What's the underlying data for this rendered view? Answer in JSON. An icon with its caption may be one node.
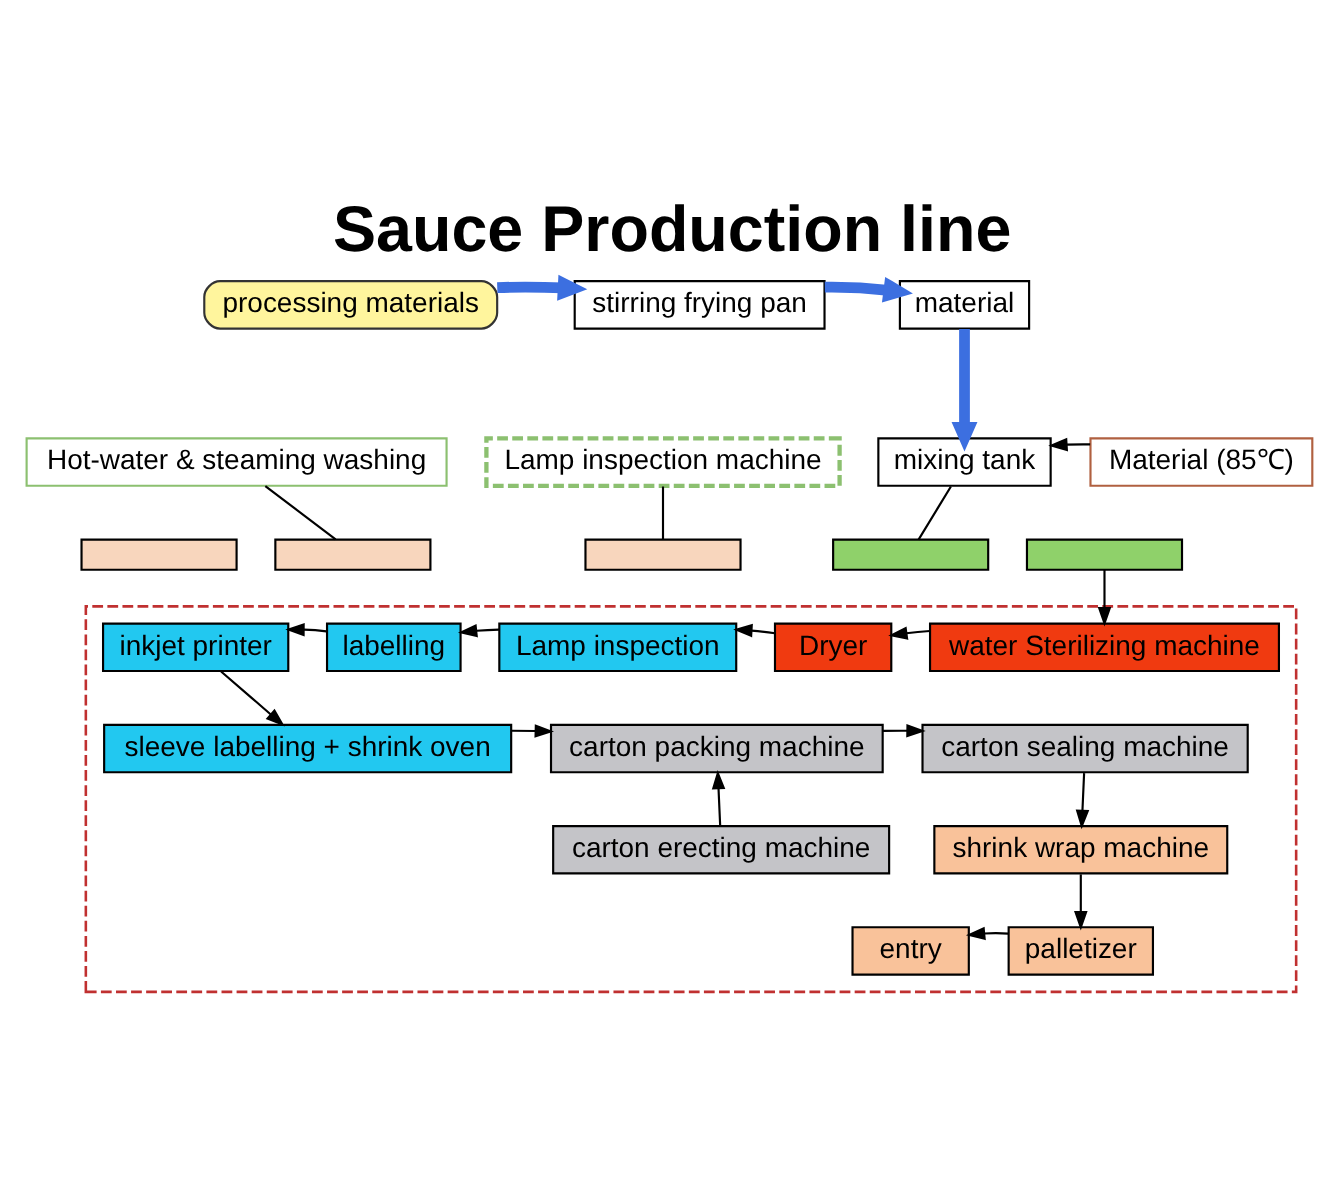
{
  "diagram": {
    "title": "Sauce Production line",
    "nodes": [
      {
        "text": [
          "processing materials"
        ]
      },
      {
        "text": [
          "stirring frying pan"
        ]
      },
      {
        "text": [
          "material"
        ]
      },
      {
        "text": [
          "Hot-water & steaming washing"
        ]
      },
      {
        "text": [
          "Lamp inspection machine"
        ]
      },
      {
        "text": [
          "mixing tank"
        ]
      },
      {
        "text": [
          "Material (85℃)"
        ]
      },
      {
        "text": [],
        "shape": "box"
      },
      {
        "text": [],
        "shape": "box"
      },
      {
        "text": [],
        "shape": "box"
      },
      {
        "text": [],
        "shape": "box"
      },
      {
        "text": [],
        "shape": "box"
      },
      {
        "text": [],
        "shape": "box"
      },
      {
        "text": [
          "inkjet printer"
        ],
        "in": 12
      },
      {
        "text": [
          "labelling"
        ],
        "in": 12
      },
      {
        "text": [
          "Lamp inspection"
        ],
        "in": 12
      },
      {
        "text": [
          "Dryer"
        ],
        "in": 12
      },
      {
        "text": [
          "water Sterilizing machine"
        ],
        "in": 12
      },
      {
        "text": [
          "sleeve labelling + shrink oven"
        ],
        "in": 12
      },
      {
        "text": [
          "carton packing machine"
        ],
        "in": 12
      },
      {
        "text": [
          "carton sealing machine"
        ],
        "in": 12
      },
      {
        "text": [
          "carton erecting machine"
        ],
        "in": 12
      },
      {
        "text": [
          "shrink wrap machine"
        ],
        "in": 12
      },
      {
        "text": [
          "entry"
        ],
        "in": 12
      },
      {
        "text": [
          "palletizer"
        ],
        "in": 12
      }
    ],
    "edges": [
      {
        "from": 0,
        "to": 1,
        "arrow": "to",
        "style": "thick",
        "color": "#3c6fe0"
      },
      {
        "from": 1,
        "to": 2,
        "arrow": "to",
        "style": "thick",
        "color": "#3c6fe0"
      },
      {
        "from": 2,
        "to": 5,
        "arrow": "to",
        "style": "thick",
        "color": "#3c6fe0"
      },
      {
        "from": 3,
        "to": 8,
        "arrow": "none"
      },
      {
        "from": 4,
        "to": 9,
        "arrow": "none"
      },
      {
        "from": 5,
        "to": 10,
        "arrow": "none"
      },
      {
        "from": 6,
        "to": 5,
        "arrow": "to"
      },
      {
        "from": 11,
        "to": 17,
        "arrow": "to"
      },
      {
        "from": 17,
        "to": 16,
        "arrow": "to"
      },
      {
        "from": 16,
        "to": 15,
        "arrow": "to"
      },
      {
        "from": 15,
        "to": 14,
        "arrow": "to"
      },
      {
        "from": 14,
        "to": 13,
        "arrow": "to"
      },
      {
        "from": 13,
        "to": 18,
        "arrow": "to"
      },
      {
        "from": 18,
        "to": 19,
        "arrow": "to"
      },
      {
        "from": 19,
        "to": 20,
        "arrow": "to"
      },
      {
        "from": 21,
        "to": 19,
        "arrow": "to"
      },
      {
        "from": 20,
        "to": 22,
        "arrow": "to"
      },
      {
        "from": 22,
        "to": 24,
        "arrow": "to"
      },
      {
        "from": 24,
        "to": 23,
        "arrow": "to"
      }
    ]
  }
}
